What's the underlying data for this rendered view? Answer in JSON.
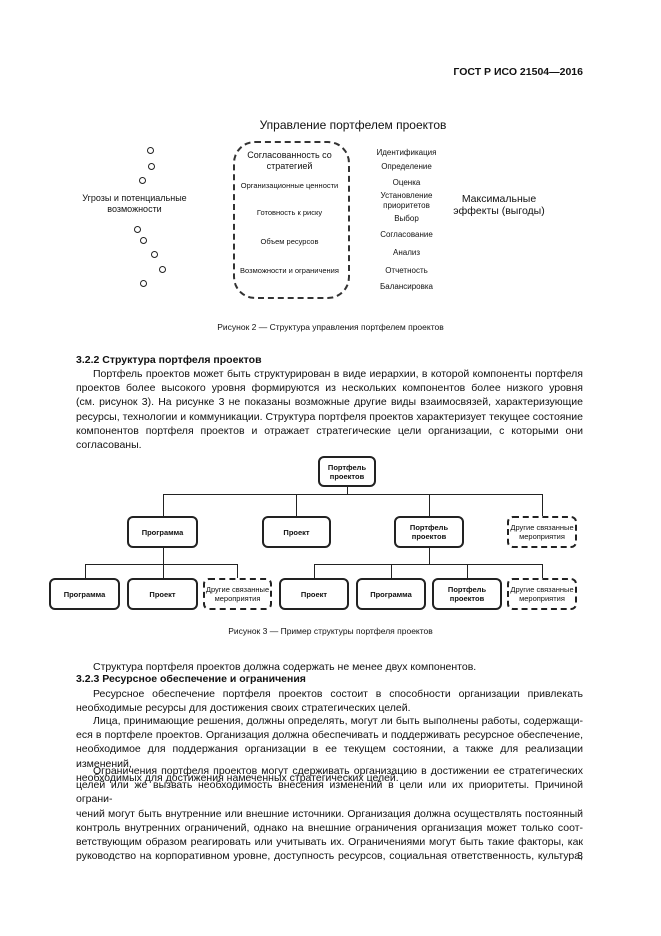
{
  "header": "ГОСТ Р ИСО 21504—2016",
  "figure2": {
    "title": "Управление портфелем проектов",
    "threats": "Угрозы и потенциальные возможности",
    "center_top": "Согласованность со стратегией",
    "center_items": [
      "Организационные ценности",
      "Готовность к риску",
      "Объем ресурсов",
      "Возможности и ограничения"
    ],
    "activities": [
      "Идентификация",
      "Определение",
      "Оценка",
      "Установление приоритетов",
      "Выбор",
      "Согласование",
      "Анализ",
      "Отчетность",
      "Балансировка"
    ],
    "effects": "Максимальные эффекты (выгоды)",
    "caption": "Рисунок 2 — Структура управления портфелем проектов"
  },
  "section_322": {
    "heading": "3.2.2  Структура портфеля проектов",
    "lines": [
      "Портфель проектов может быть структурирован в виде иерархии, в которой компоненты портфеля",
      "проектов более высокого уровня формируются из нескольких компонентов более низкого уровня",
      "(см. рисунок 3). На рисунке 3 не показаны возможные другие виды взаимосвязей, характеризующие",
      "ресурсы, технологии и коммуникации. Структура портфеля проектов характеризует текущее состояние",
      "компонентов портфеля проектов и отражает стратегические цели организации, с которыми они",
      "согласованы."
    ]
  },
  "figure3": {
    "root": "Портфель проектов",
    "level2": [
      "Программа",
      "Проект",
      "Портфель проектов",
      "Другие связанные мероприятия"
    ],
    "level3": [
      "Программа",
      "Проект",
      "Другие связанные мероприятия",
      "Проект",
      "Программа",
      "Портфель проектов",
      "Другие связанные мероприятия"
    ],
    "caption": "Рисунок 3 — Пример структуры портфеля проектов"
  },
  "after_fig3": "Структура портфеля проектов должна содержать не менее двух компонентов.",
  "section_323": {
    "heading": "3.2.3  Ресурсное обеспечение и ограничения",
    "p1": [
      "Ресурсное обеспечение портфеля проектов состоит в способности организации привлекать",
      "необходимые ресурсы для достижения своих стратегических целей."
    ],
    "p2": [
      "Лица, принимающие решения, должны определять, могут ли быть выполнены работы, содержащи-",
      "еся в портфеле проектов. Организация должна обеспечивать и поддерживать ресурсное обеспечение,",
      "необходимое для поддержания организации в ее текущем состоянии, а также для реализации изменений,",
      "необходимых для достижения намеченных стратегических целей."
    ],
    "p3": [
      "Ограничения портфеля проектов могут сдерживать организацию в достижении ее стратегических",
      "целей или же вызвать необходимость внесения изменений в цели или их приоритеты. Причиной ограни-",
      "чений могут быть внутренние или внешние источники. Организация должна осуществлять постоянный",
      "контроль внутренних ограничений, однако на внешние ограничения организация может только соот-",
      "ветствующим образом реагировать или учитывать их. Ограничениями могут быть такие факторы, как",
      "руководство на корпоративном уровне, доступность ресурсов, социальная ответственность, культура,"
    ]
  },
  "page_number": "3"
}
